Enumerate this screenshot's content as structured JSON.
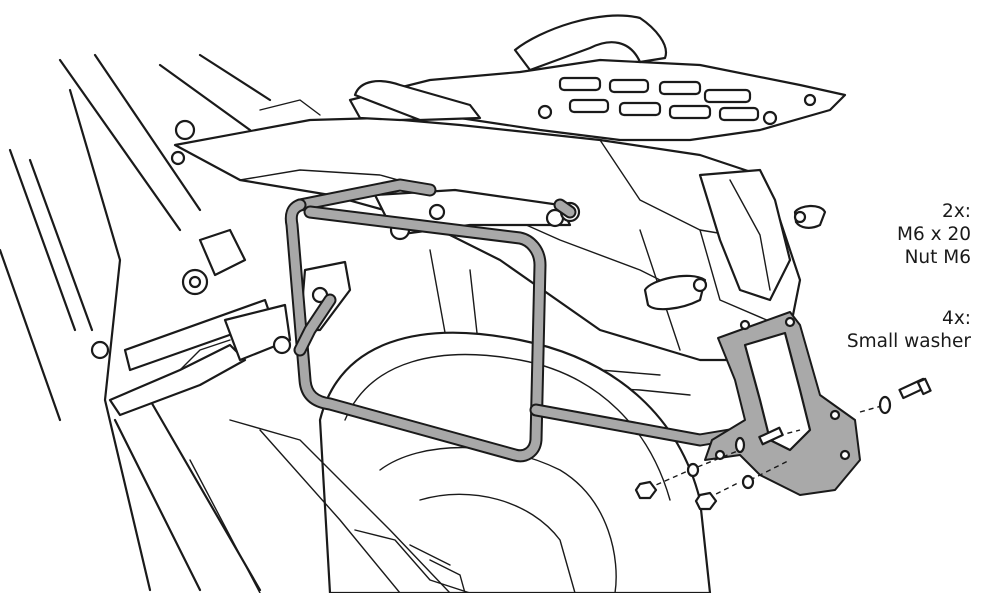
{
  "legend": {
    "group1": {
      "quantity": "2x:",
      "items": [
        "M6 x 20",
        "Nut M6"
      ]
    },
    "group2": {
      "quantity": "4x:",
      "items": [
        "Small washer"
      ]
    }
  },
  "colors": {
    "line": "#1a1a1a",
    "rack_frame": "#a8a8a8",
    "background": "#ffffff"
  }
}
